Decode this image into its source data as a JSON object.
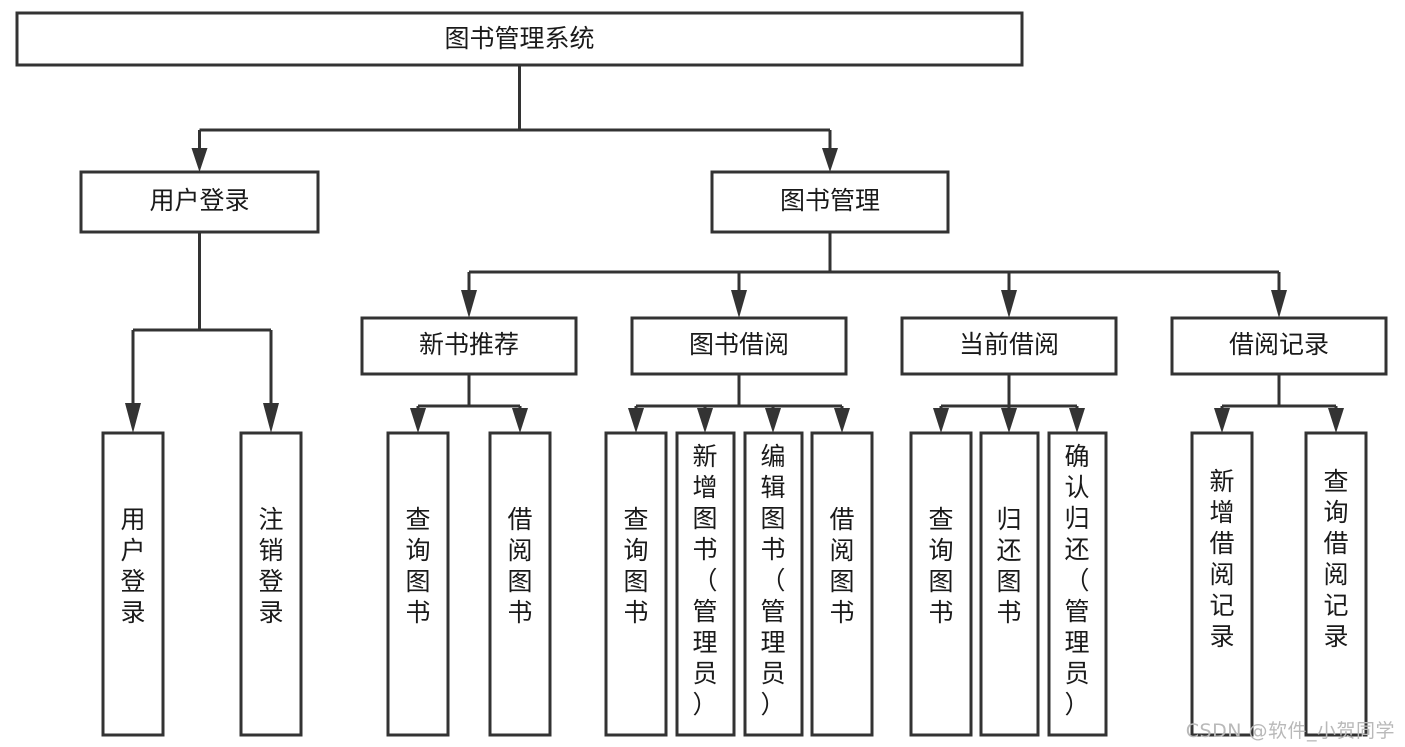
{
  "diagram": {
    "title": "图书管理系统",
    "type": "hierarchy-tree",
    "watermark": "CSDN @软件_小贺同学",
    "colors": {
      "background": "#ffffff",
      "box_fill": "#ffffff",
      "box_stroke": "#333333",
      "text": "#1a1a1a",
      "watermark": "#b9b9b9"
    },
    "levels": {
      "root": {
        "label": "图书管理系统"
      },
      "level2": [
        {
          "id": "user-login",
          "label": "用户登录"
        },
        {
          "id": "book-manage",
          "label": "图书管理"
        }
      ],
      "level3": [
        {
          "id": "new-book-rec",
          "label": "新书推荐"
        },
        {
          "id": "book-borrow",
          "label": "图书借阅"
        },
        {
          "id": "current-borrow",
          "label": "当前借阅"
        },
        {
          "id": "borrow-record",
          "label": "借阅记录"
        }
      ],
      "leaves": {
        "user_login": [
          {
            "id": "leaf-user-login",
            "label": "用户登录"
          },
          {
            "id": "leaf-logout-login",
            "label": "注销登录"
          }
        ],
        "new_book_rec": [
          {
            "id": "leaf-query-book-1",
            "label": "查询图书"
          },
          {
            "id": "leaf-borrow-book-1",
            "label": "借阅图书"
          }
        ],
        "book_borrow": [
          {
            "id": "leaf-query-book-2",
            "label": "查询图书"
          },
          {
            "id": "leaf-add-book",
            "label": "新增图书（管理员）"
          },
          {
            "id": "leaf-edit-book",
            "label": "编辑图书（管理员）"
          },
          {
            "id": "leaf-borrow-book-2",
            "label": "借阅图书"
          }
        ],
        "current_borrow": [
          {
            "id": "leaf-query-book-3",
            "label": "查询图书"
          },
          {
            "id": "leaf-return-book",
            "label": "归还图书"
          },
          {
            "id": "leaf-confirm-return",
            "label": "确认归还（管理员）"
          }
        ],
        "borrow_record": [
          {
            "id": "leaf-add-record",
            "label": "新增借阅记录"
          },
          {
            "id": "leaf-query-record",
            "label": "查询借阅记录"
          }
        ]
      }
    }
  }
}
